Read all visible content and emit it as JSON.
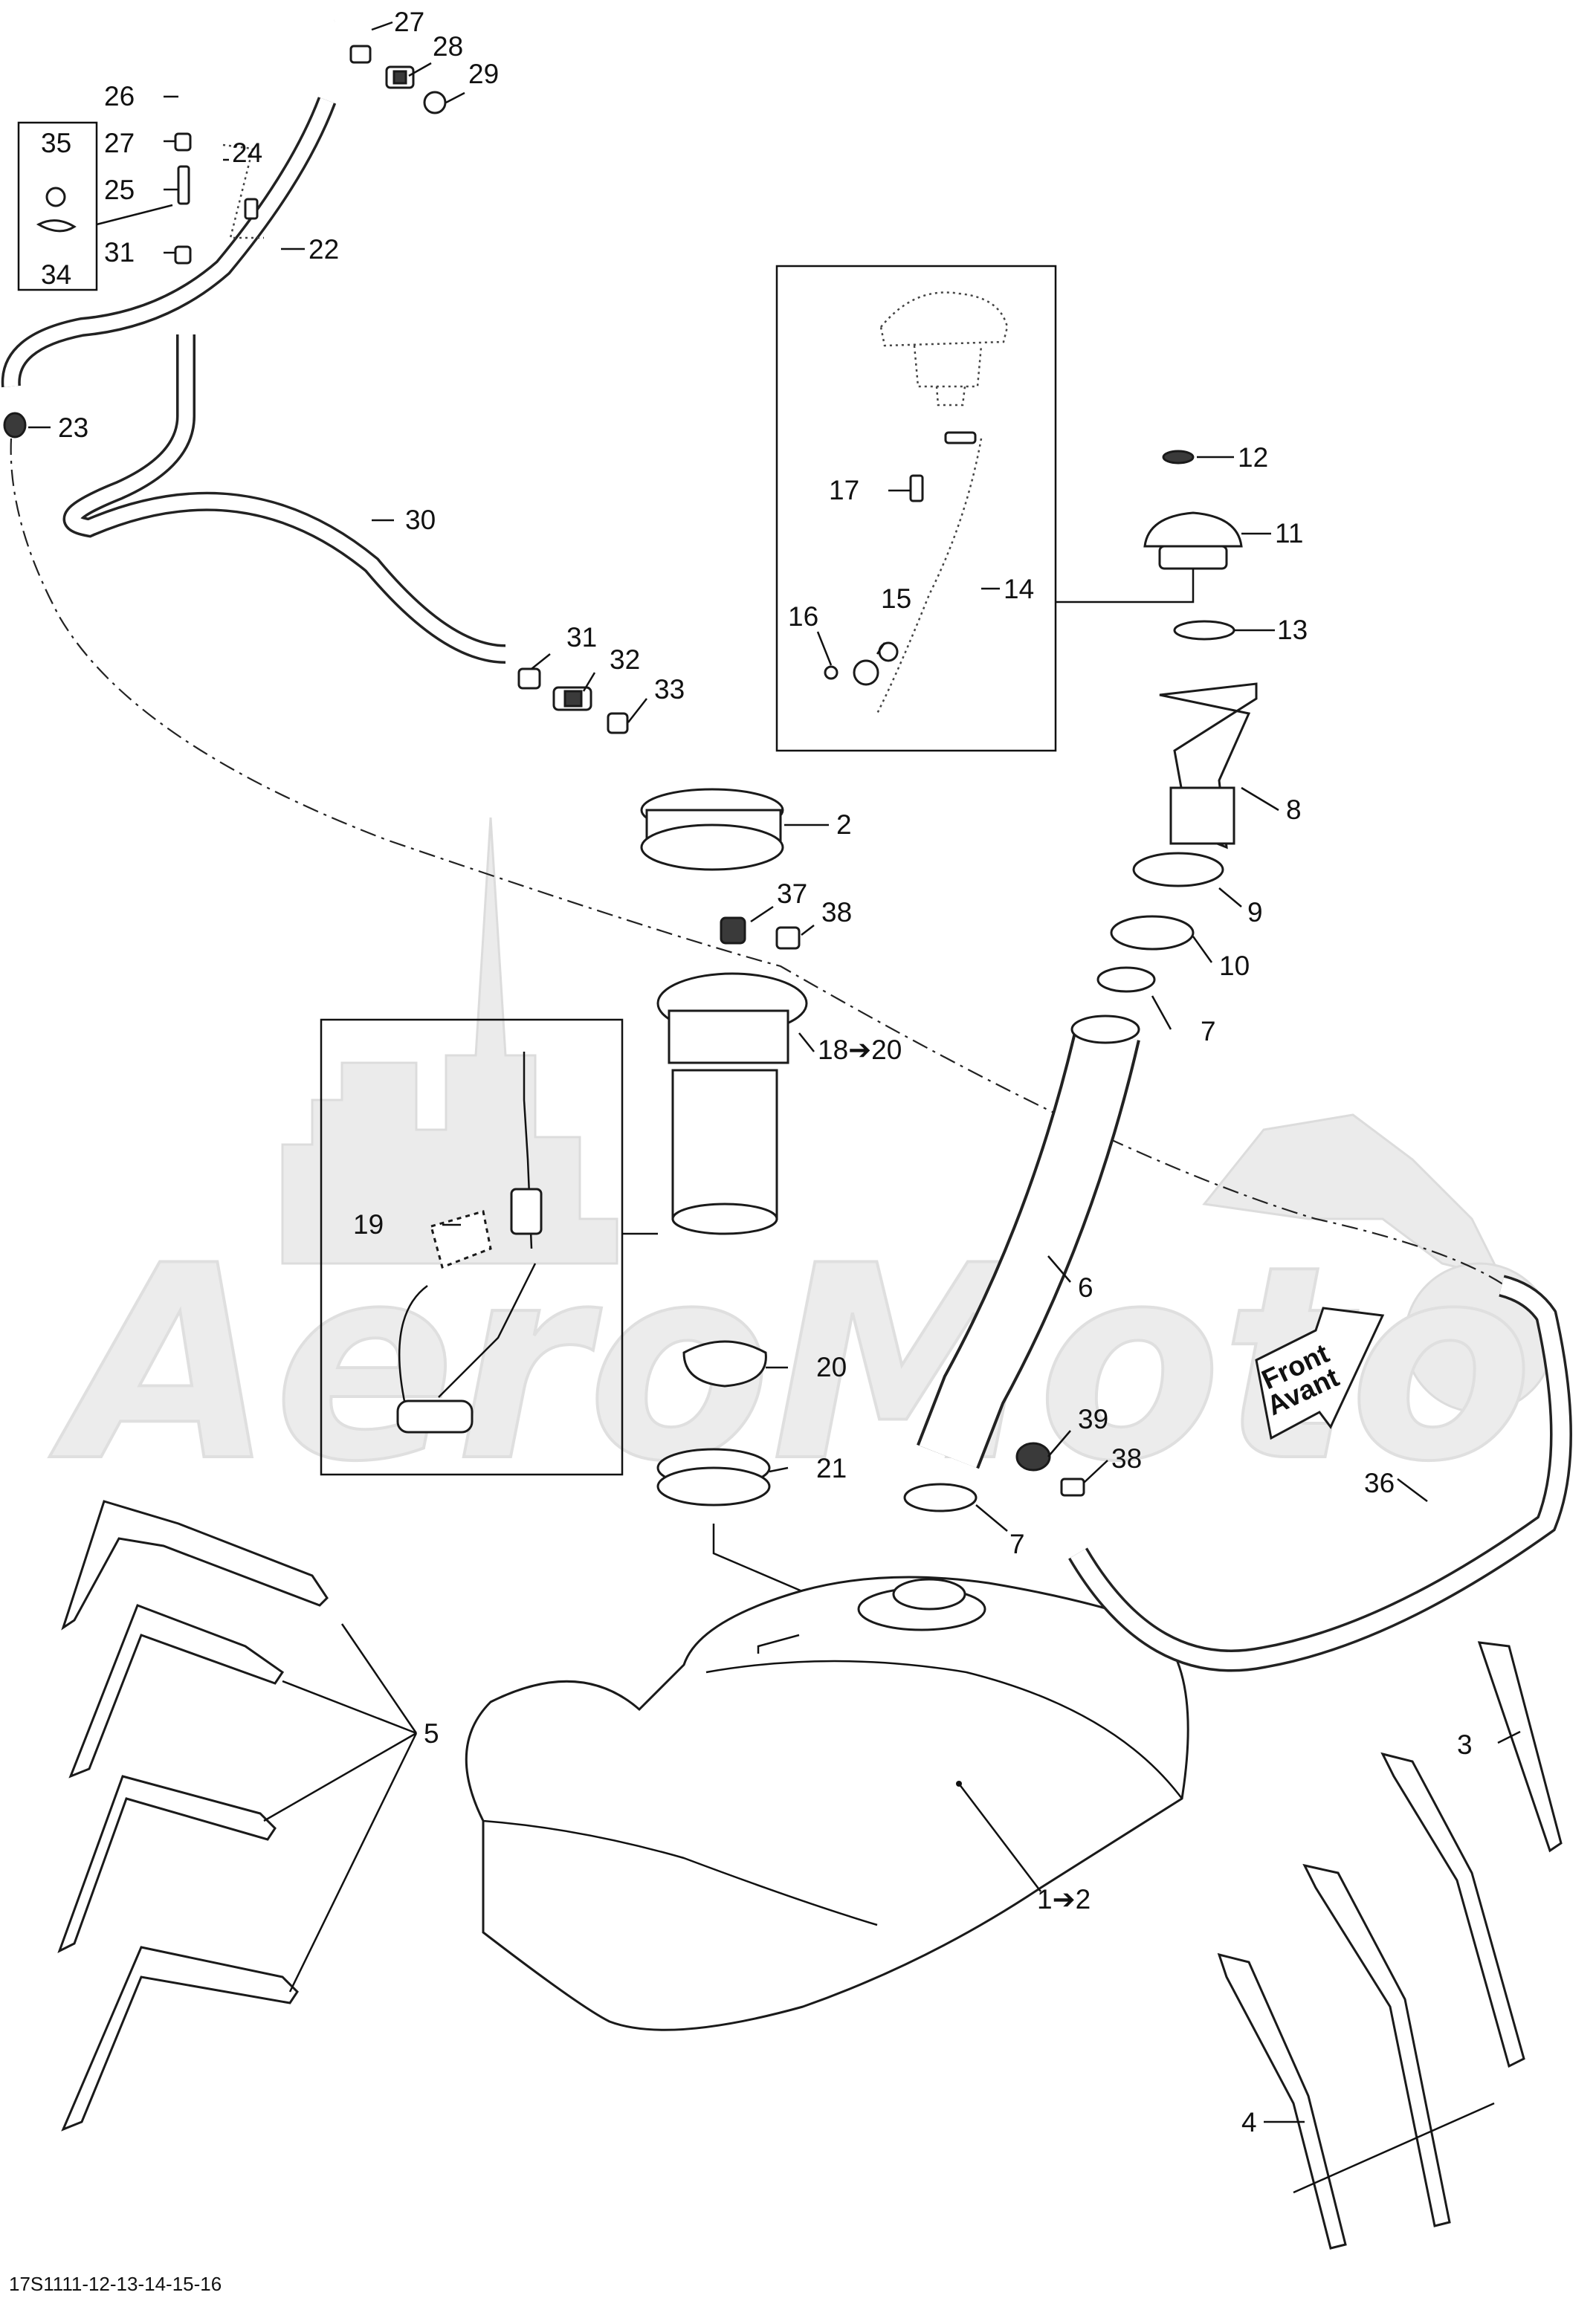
{
  "diagram_code": "17S1111-12-13-14-15-16",
  "watermark_text": "AeroMoto",
  "front_arrow": {
    "line1": "Front",
    "line2": "Avant"
  },
  "callouts": [
    "27",
    "28",
    "29",
    "26",
    "27",
    "24",
    "25",
    "31",
    "22",
    "35",
    "34",
    "23",
    "30",
    "31",
    "32",
    "33",
    "17",
    "14",
    "15",
    "16",
    "12",
    "11",
    "13",
    "8",
    "9",
    "10",
    "7",
    "2",
    "37",
    "38",
    "18➔20",
    "19",
    "6",
    "20",
    "21",
    "39",
    "38",
    "7",
    "36",
    "5",
    "3",
    "4",
    "1➔2"
  ]
}
